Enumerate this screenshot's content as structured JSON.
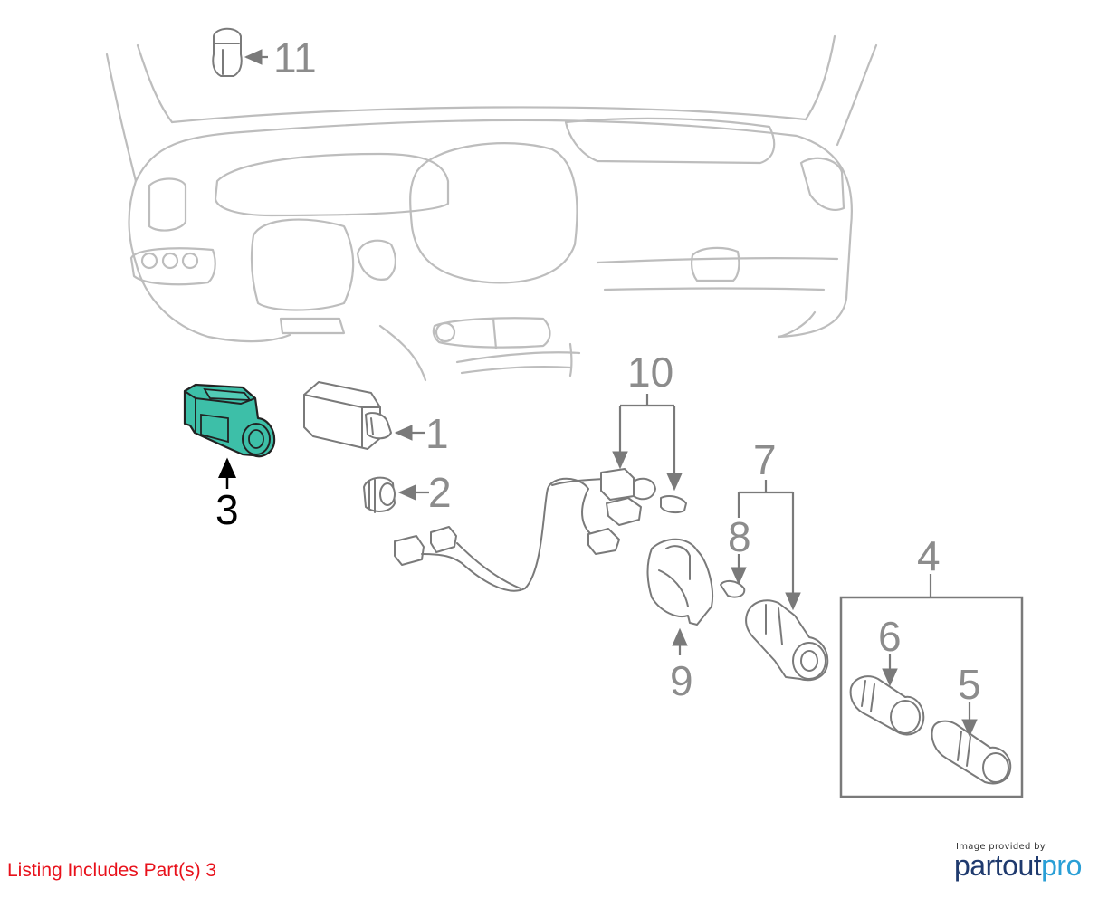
{
  "callouts": [
    "1",
    "2",
    "3",
    "4",
    "5",
    "6",
    "7",
    "8",
    "9",
    "10",
    "11"
  ],
  "selected_part": "3",
  "listing_note": "Listing Includes Part(s) 3",
  "credit": {
    "provided_by": "Image provided by",
    "logo_part1": "partout",
    "logo_part2": "pro"
  },
  "colors": {
    "highlight": "#3dbfa8",
    "listing_text": "#e8111b",
    "logo_dark": "#1f3a6e",
    "logo_light": "#2a9fd6"
  }
}
